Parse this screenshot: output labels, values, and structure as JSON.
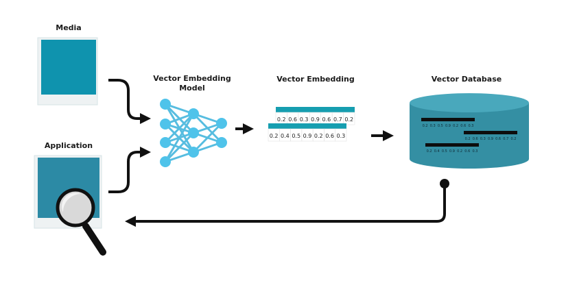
{
  "nodes": {
    "media": {
      "label": "Media"
    },
    "application": {
      "label": "Application"
    },
    "model": {
      "label_line1": "Vector Embedding",
      "label_line2": "Model"
    },
    "embedding": {
      "label": "Vector Embedding"
    },
    "database": {
      "label": "Vector Database"
    }
  },
  "embeddings": [
    {
      "values": [
        "0.2",
        "0.6",
        "0.3",
        "0.9",
        "0.6",
        "0.7",
        "0.2"
      ]
    },
    {
      "values": [
        "0.2",
        "0.4",
        "0.5",
        "0.9",
        "0.2",
        "0.6",
        "0.3"
      ]
    }
  ],
  "database_records": [
    {
      "values": [
        "0.2",
        "0.3",
        "0.5",
        "0.9",
        "0.2",
        "0.6",
        "0.3"
      ]
    },
    {
      "values": [
        "0.2",
        "0.6",
        "0.3",
        "0.9",
        "0.6",
        "0.7",
        "0.2"
      ]
    },
    {
      "values": [
        "0.2",
        "0.4",
        "0.5",
        "0.9",
        "0.2",
        "0.6",
        "0.3"
      ]
    }
  ],
  "colors": {
    "media_fill": "#0f93ae",
    "app_fill": "#2c8aa5",
    "frame": "#eef2f3",
    "nn_node": "#4fc3ea",
    "nn_edge": "#57bde0",
    "embed_bar": "#169eb0",
    "db_body": "#348fa3",
    "db_top": "#49a8bc",
    "arrow": "#111111"
  },
  "icons": {
    "media": "image-frame-icon",
    "application": "magnifier-icon",
    "model": "neural-network-icon",
    "database": "cylinder-database-icon"
  }
}
